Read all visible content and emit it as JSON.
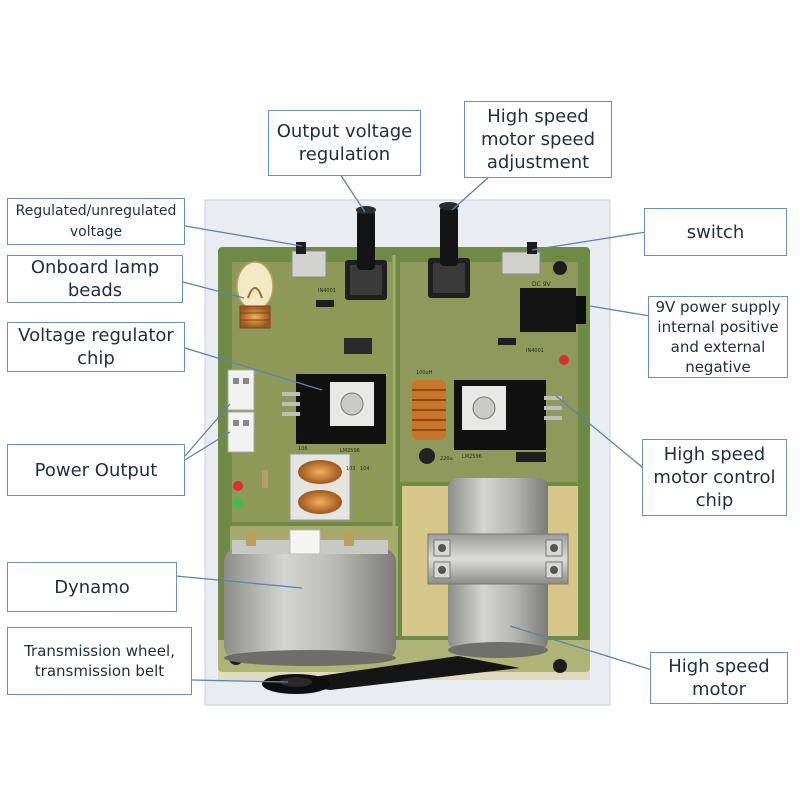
{
  "labels": {
    "output_voltage_regulation": [
      "Output voltage",
      "regulation"
    ],
    "high_speed_motor_speed_adjustment": [
      "High speed",
      "motor speed",
      "adjustment"
    ],
    "regulated_unregulated_voltage": [
      "Regulated/unregulated",
      "voltage"
    ],
    "switch": [
      "switch"
    ],
    "onboard_lamp_beads": [
      "Onboard lamp",
      "beads"
    ],
    "power_supply_9v": [
      "9V power supply",
      "internal positive",
      "and external",
      "negative"
    ],
    "voltage_regulator_chip": [
      "Voltage regulator",
      "chip"
    ],
    "power_output": [
      "Power Output"
    ],
    "high_speed_motor_control_chip": [
      "High speed",
      "motor control",
      "chip"
    ],
    "dynamo": [
      "Dynamo"
    ],
    "transmission_wheel_belt": [
      "Transmission wheel,",
      "transmission belt"
    ],
    "high_speed_motor": [
      "High speed",
      "motor"
    ]
  },
  "board_markings": {
    "lm2596_left": "LM2596",
    "lm2596_right": "LM2596",
    "dc_9v": "DC 9V",
    "inductor_100uh": "100uH",
    "diode_in4001_a": "IN4001",
    "diode_in4001_b": "IN4001",
    "cap_220u": "220u",
    "res_104": "104",
    "res_103": "103",
    "res_106": "106"
  },
  "colors": {
    "board_green": "#6f8a46",
    "board_tan": "#d7c68a",
    "label_border": "#6a92b8",
    "label_text": "#1d2f44"
  }
}
